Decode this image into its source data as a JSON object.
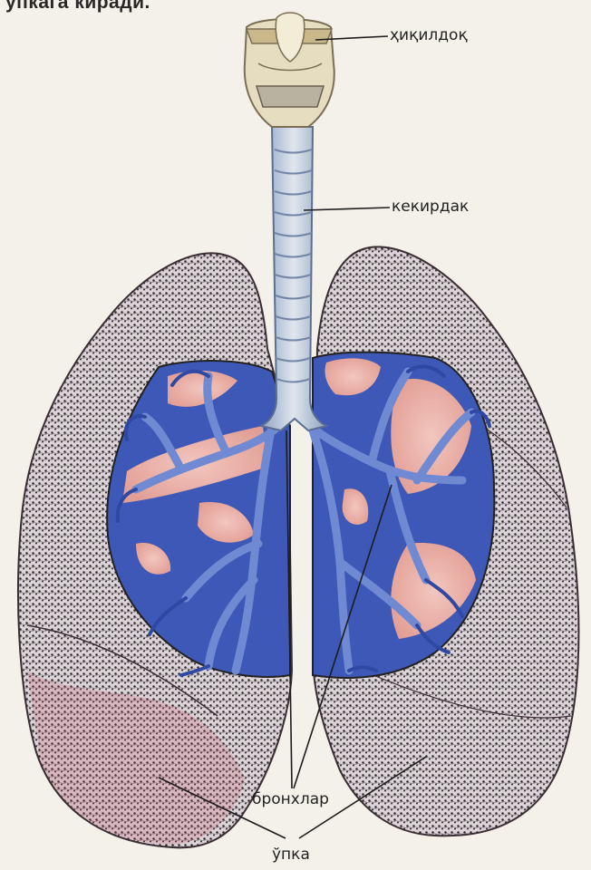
{
  "header": {
    "cut_text": "ўпкага киради."
  },
  "labels": {
    "larynx": "ҳиқилдоқ",
    "trachea": "кекирдак",
    "bronchi": "бронхлар",
    "lung": "ўпка"
  },
  "colors": {
    "paper": "#f4f1ea",
    "lung_texture": "#2a2622",
    "lung_fill": "#d9cfd6",
    "bronchi_blue": "#3b57b8",
    "alveoli_pink": "#e7a89e",
    "trachea": "#b9c7d8",
    "larynx": "#e4dcc2"
  }
}
